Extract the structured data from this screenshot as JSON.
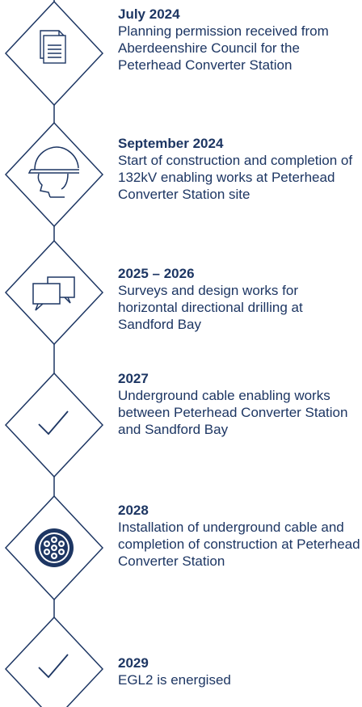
{
  "colors": {
    "primary": "#1d3663",
    "background": "#ffffff"
  },
  "milestones": [
    {
      "date": "July 2024",
      "description": "Planning permission received from Aberdeenshire Council for the Peterhead Converter Station",
      "icon": "document-icon"
    },
    {
      "date": "September 2024",
      "description": "Start of construction and completion of 132kV enabling works at Peterhead Converter Station site",
      "icon": "hard-hat-worker-icon"
    },
    {
      "date": "2025 – 2026",
      "description": "Surveys and design works for horizontal directional drilling at Sandford Bay",
      "icon": "speech-bubbles-icon"
    },
    {
      "date": "2027",
      "description": "Underground cable enabling works between Peterhead Converter Station and Sandford Bay",
      "icon": "checkmark-icon"
    },
    {
      "date": "2028",
      "description": "Installation of underground cable and completion of construction at Peterhead Converter Station",
      "icon": "cable-cross-section-icon"
    },
    {
      "date": "2029",
      "description": "EGL2 is energised",
      "icon": "checkmark-icon"
    }
  ]
}
